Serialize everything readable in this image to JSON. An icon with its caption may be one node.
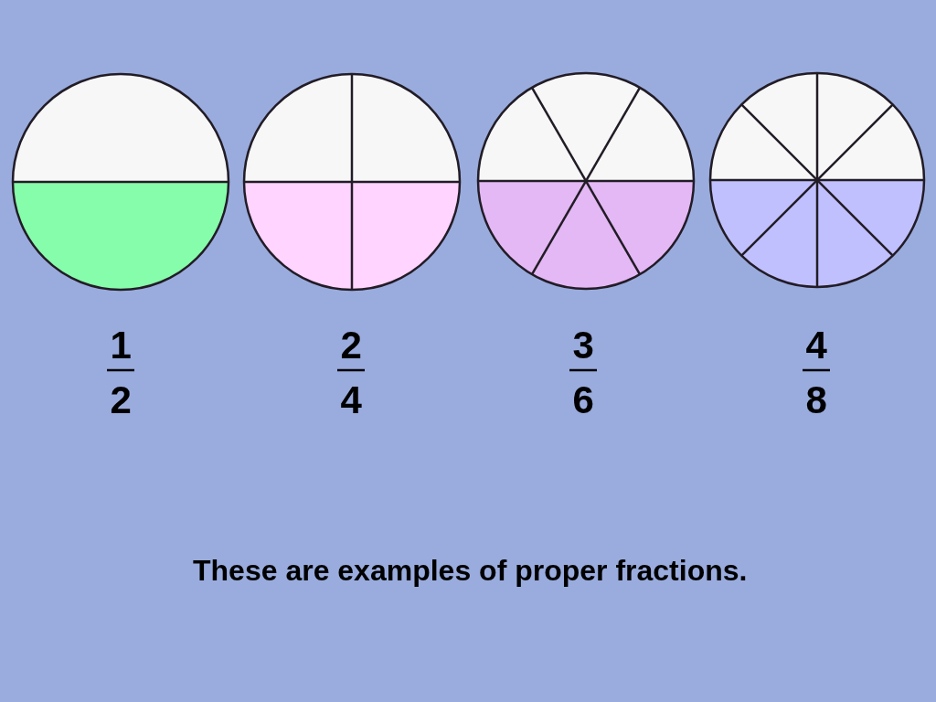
{
  "diagram": {
    "caption": "These are examples of proper fractions.",
    "labels": [
      "1",
      "2",
      "2",
      "4",
      "3",
      "6",
      "4",
      "8"
    ]
  }
}
